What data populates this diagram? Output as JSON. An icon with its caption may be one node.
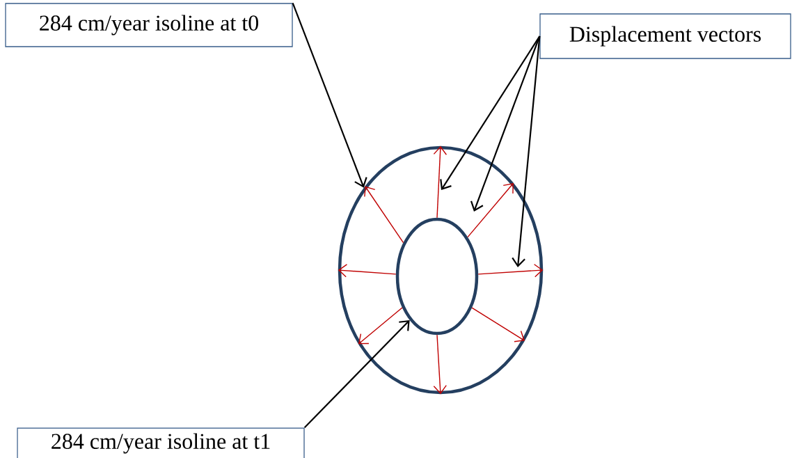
{
  "diagram": {
    "nodes": [
      {
        "text": [
          "284 cm/year isoline at t0"
        ]
      },
      {
        "text": [
          "Displacement vectors"
        ]
      },
      {
        "text": [
          "284 cm/year isoline at t1"
        ]
      },
      {
        "text": [],
        "shape": "circle"
      },
      {
        "text": [],
        "shape": "circle",
        "in": 3
      }
    ],
    "edges": [
      {
        "from": 4,
        "to": 3,
        "arrow": "to"
      },
      {
        "from": 4,
        "to": 3,
        "arrow": "to"
      },
      {
        "from": 4,
        "to": 3,
        "arrow": "to"
      },
      {
        "from": 4,
        "to": 3,
        "arrow": "to"
      },
      {
        "from": 4,
        "to": 3,
        "arrow": "to"
      },
      {
        "from": 4,
        "to": 3,
        "arrow": "to"
      },
      {
        "from": 4,
        "to": 3,
        "arrow": "to"
      },
      {
        "from": 4,
        "to": 3,
        "arrow": "to"
      },
      {
        "from": 0,
        "to": 3,
        "arrow": "to",
        "color": "#000000"
      },
      {
        "from": 2,
        "to": 4,
        "arrow": "to",
        "color": "#000000"
      },
      {
        "from": 1,
        "to": null,
        "arrow": "to",
        "color": "#000000"
      },
      {
        "from": 1,
        "to": null,
        "arrow": "to",
        "color": "#000000"
      },
      {
        "from": 1,
        "to": null,
        "arrow": "to",
        "color": "#000000"
      }
    ]
  }
}
